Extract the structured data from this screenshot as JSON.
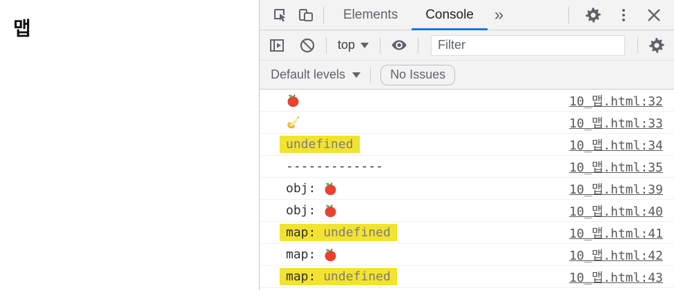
{
  "page": {
    "title": "맵"
  },
  "devtools": {
    "tabs": [
      {
        "label": "Elements",
        "active": false
      },
      {
        "label": "Console",
        "active": true
      }
    ],
    "more_tabs_glyph": "»",
    "toolbar": {
      "context_selector_value": "top",
      "filter_placeholder": "Filter",
      "levels_label": "Default levels",
      "no_issues_label": "No Issues"
    },
    "icons": [
      "inspect-icon",
      "device-toolbar-icon",
      "settings-gear-icon",
      "kebab-menu-icon",
      "close-icon",
      "console-sidebar-icon",
      "clear-console-icon",
      "eye-icon",
      "console-settings-gear-icon",
      "chevron-down-icon"
    ],
    "console": {
      "messages": [
        {
          "highlight": false,
          "parts": [
            {
              "kind": "emoji",
              "name": "apple-emoji"
            }
          ],
          "link": "10_맵.html:32"
        },
        {
          "highlight": false,
          "parts": [
            {
              "kind": "emoji",
              "name": "banana-emoji"
            }
          ],
          "link": "10_맵.html:33"
        },
        {
          "highlight": true,
          "parts": [
            {
              "kind": "undefined",
              "text": "undefined"
            }
          ],
          "link": "10_맵.html:34"
        },
        {
          "highlight": false,
          "parts": [
            {
              "kind": "text",
              "text": "-------------"
            }
          ],
          "link": "10_맵.html:35"
        },
        {
          "highlight": false,
          "parts": [
            {
              "kind": "text",
              "text": "obj: "
            },
            {
              "kind": "emoji",
              "name": "apple-emoji"
            }
          ],
          "link": "10_맵.html:39"
        },
        {
          "highlight": false,
          "parts": [
            {
              "kind": "text",
              "text": "obj: "
            },
            {
              "kind": "emoji",
              "name": "apple-emoji"
            }
          ],
          "link": "10_맵.html:40"
        },
        {
          "highlight": true,
          "parts": [
            {
              "kind": "text",
              "text": "map: "
            },
            {
              "kind": "undefined",
              "text": "undefined"
            }
          ],
          "link": "10_맵.html:41"
        },
        {
          "highlight": false,
          "parts": [
            {
              "kind": "text",
              "text": "map: "
            },
            {
              "kind": "emoji",
              "name": "apple-emoji"
            }
          ],
          "link": "10_맵.html:42"
        },
        {
          "highlight": true,
          "parts": [
            {
              "kind": "text",
              "text": "map: "
            },
            {
              "kind": "undefined",
              "text": "undefined"
            }
          ],
          "link": "10_맵.html:43"
        }
      ]
    }
  },
  "colors": {
    "accent_blue": "#1a73e8",
    "toolbar_bg": "#f3f3f3",
    "highlight_yellow": "#f2e330",
    "undefined_gray": "#7d7d7d",
    "icon_gray": "#5f6368",
    "link_gray": "#575757"
  }
}
